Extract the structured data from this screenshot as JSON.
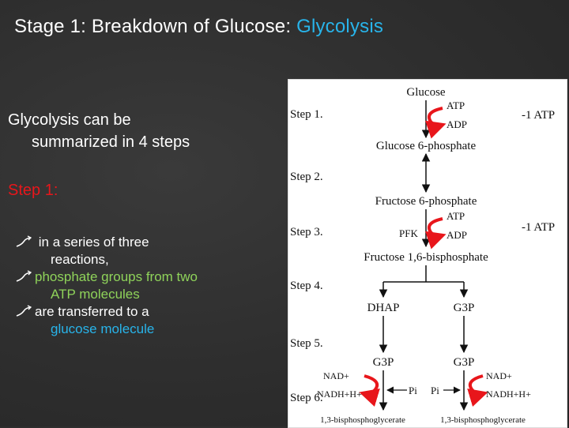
{
  "title": {
    "prefix": "Stage 1: Breakdown of Glucose: ",
    "accent": "Glycolysis"
  },
  "intro": {
    "line1": "Glycolysis can be",
    "line2": "summarized in 4 steps"
  },
  "step_label": "Step 1:",
  "bullets": [
    {
      "line1": "in a series of three",
      "line2": "reactions,"
    },
    {
      "line1_prefix": "phosphate groups from two",
      "line2": "ATP molecules"
    },
    {
      "line1": "are transferred to a",
      "line2": "glucose molecule"
    }
  ],
  "diagram": {
    "steps": [
      "Step 1.",
      "Step 2.",
      "Step 3.",
      "Step 4.",
      "Step 5.",
      "Step 6."
    ],
    "molecules": {
      "glucose": "Glucose",
      "g6p": "Glucose 6-phosphate",
      "f6p": "Fructose 6-phosphate",
      "f16bp": "Fructose 1,6-bisphosphate",
      "dhap": "DHAP",
      "g3p_right": "G3P",
      "g3p_left": "G3P",
      "g3p_right2": "G3P",
      "bpg_left": "1,3-bisphosphoglycerate",
      "bpg_right": "1,3-bisphosphoglycerate"
    },
    "cofactors": {
      "atp1": "ATP",
      "adp1": "ADP",
      "atp2": "ATP",
      "adp2": "ADP",
      "pfk": "PFK",
      "nad_left": "NAD+",
      "nadh_left": "NADH+H+",
      "pi_left": "Pi",
      "pi_right": "Pi",
      "nad_right": "NAD+",
      "nadh_right": "NADH+H+"
    },
    "costs": [
      "-1 ATP",
      "-1 ATP"
    ],
    "accent_color": "#e8161b"
  },
  "colors": {
    "background": "#2e2e2e",
    "title_accent": "#28b4ea",
    "step_label": "#e8161b",
    "green_text": "#8fd35a",
    "blue_text": "#28b4ea"
  }
}
